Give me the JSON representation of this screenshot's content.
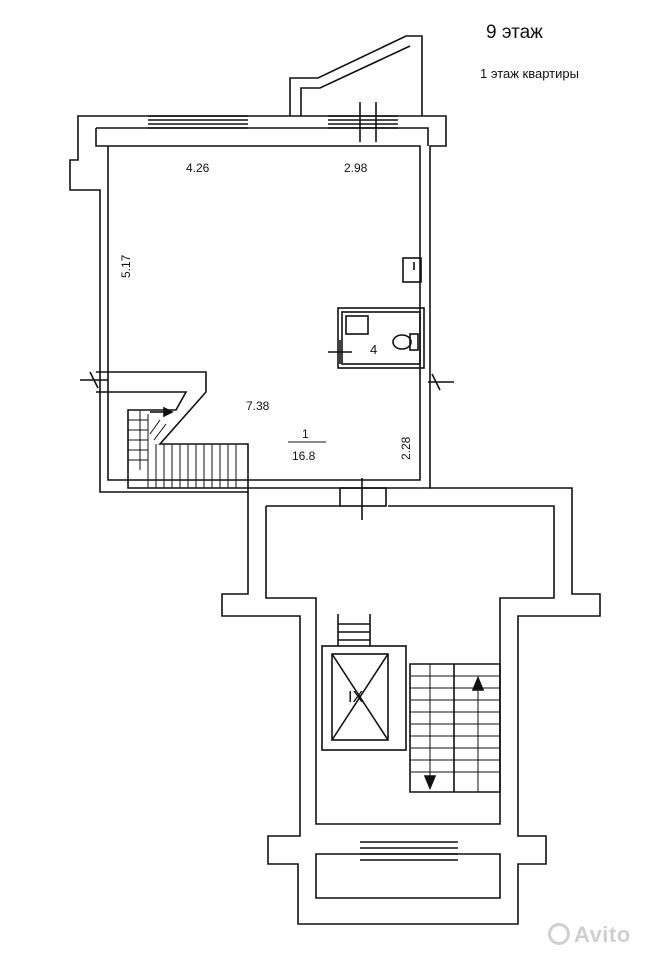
{
  "header": {
    "floor": "9 этаж",
    "subtitle": "1 этаж квартиры"
  },
  "dimensions": {
    "top_left": "4.26",
    "top_right": "2.98",
    "left_side": "5.17",
    "middle": "7.38",
    "bottom_right": "2.28"
  },
  "rooms": {
    "main_number": "1",
    "main_area": "16.8",
    "bathroom_number": "4",
    "stair_hall": "IX"
  },
  "watermark": {
    "text": "Avito"
  }
}
